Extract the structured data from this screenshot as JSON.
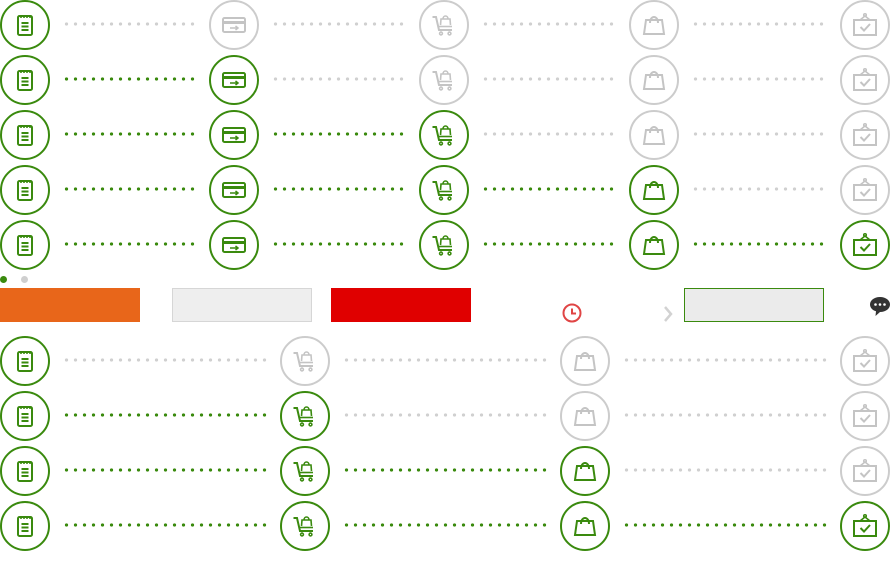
{
  "palette": {
    "active": "#3a8a0e",
    "inactive": "#cccccc",
    "orange": "#e8661a",
    "red": "#e00000",
    "gray_box": "#eeeeee",
    "clock_red": "#e04545",
    "bubble": "#333333"
  },
  "step_icons": [
    "clipboard-icon",
    "card-icon",
    "cart-icon",
    "bag-icon",
    "box-check-icon"
  ],
  "row_states": [
    {
      "group": "top",
      "completed_steps": 1,
      "total_steps": 5
    },
    {
      "group": "top",
      "completed_steps": 2,
      "total_steps": 5
    },
    {
      "group": "top",
      "completed_steps": 3,
      "total_steps": 5
    },
    {
      "group": "top",
      "completed_steps": 4,
      "total_steps": 5
    },
    {
      "group": "top",
      "completed_steps": 5,
      "total_steps": 5
    },
    {
      "group": "bottom",
      "completed_steps": 1,
      "total_steps": 4
    },
    {
      "group": "bottom",
      "completed_steps": 2,
      "total_steps": 4
    },
    {
      "group": "bottom",
      "completed_steps": 3,
      "total_steps": 4
    },
    {
      "group": "bottom",
      "completed_steps": 4,
      "total_steps": 4
    }
  ],
  "carousel": {
    "dot_count": 2,
    "active_dot": 0
  },
  "toolbar": {
    "orange_button": {
      "color": "orange",
      "label": ""
    },
    "gray_button": {
      "color": "gray_box",
      "label": ""
    },
    "red_button": {
      "color": "red",
      "label": ""
    },
    "clock": "clock-icon",
    "next": "chevron-right-icon",
    "outlined_field": {
      "color": "gray_box",
      "label": ""
    },
    "chat": "chat-bubble-icon"
  }
}
